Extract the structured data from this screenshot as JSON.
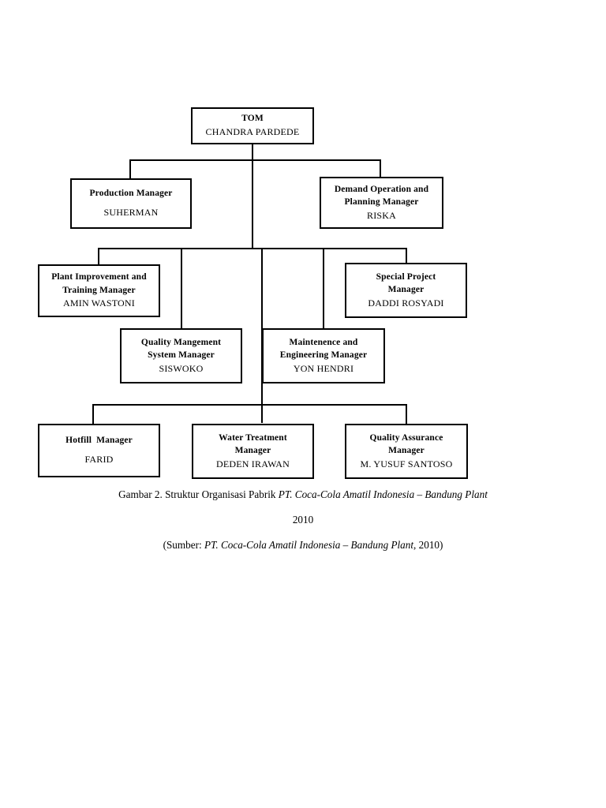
{
  "document": {
    "type": "organizational-chart",
    "figure_caption_line1_plain": "Gambar 2. Struktur Organisasi Pabrik ",
    "figure_caption_line1_italic": "PT. Coca-Cola Amatil Indonesia –  Bandung Plant",
    "figure_caption_line2": "2010",
    "figure_caption_line3_prefix": "(Sumber: ",
    "figure_caption_line3_italic": "PT. Coca-Cola Amatil Indonesia – Bandung Plant",
    "figure_caption_line3_suffix": ", 2010)"
  },
  "colors": {
    "line": "#000000",
    "box_border": "#000000",
    "background": "#ffffff",
    "text": "#000000"
  },
  "org_chart": {
    "nodes": [
      {
        "id": "tom",
        "title_line1": "TOM",
        "title_line2": "",
        "person": "CHANDRA PARDEDE"
      },
      {
        "id": "production-manager",
        "title_line1": "Production Manager",
        "title_line2": "",
        "person": "SUHERMAN"
      },
      {
        "id": "demand-operation-planning-manager",
        "title_line1": "Demand Operation and",
        "title_line2": "Planning Manager",
        "person": "RISKA"
      },
      {
        "id": "plant-improvement-training-manager",
        "title_line1": "Plant Improvement and",
        "title_line2": "Training Manager",
        "person": "AMIN WASTONI"
      },
      {
        "id": "special-project-manager",
        "title_line1": "Special Project",
        "title_line2": "Manager",
        "person": "DADDI ROSYADI"
      },
      {
        "id": "quality-mangement-system-manager",
        "title_line1": "Quality Mangement",
        "title_line2": "System Manager",
        "person": "SISWOKO"
      },
      {
        "id": "maintenence-engineering-manager",
        "title_line1": "Maintenence and",
        "title_line2": "Engineering Manager",
        "person": "YON HENDRI"
      },
      {
        "id": "hotfill-manager",
        "title_line1": "Hotfill  Manager",
        "title_line2": "",
        "person": "FARID"
      },
      {
        "id": "water-treatment-manager",
        "title_line1": "Water Treatment",
        "title_line2": "Manager",
        "person": "DEDEN IRAWAN"
      },
      {
        "id": "quality-assurance-manager",
        "title_line1": "Quality Assurance",
        "title_line2": "Manager",
        "person": "M. YUSUF SANTOSO"
      }
    ]
  }
}
